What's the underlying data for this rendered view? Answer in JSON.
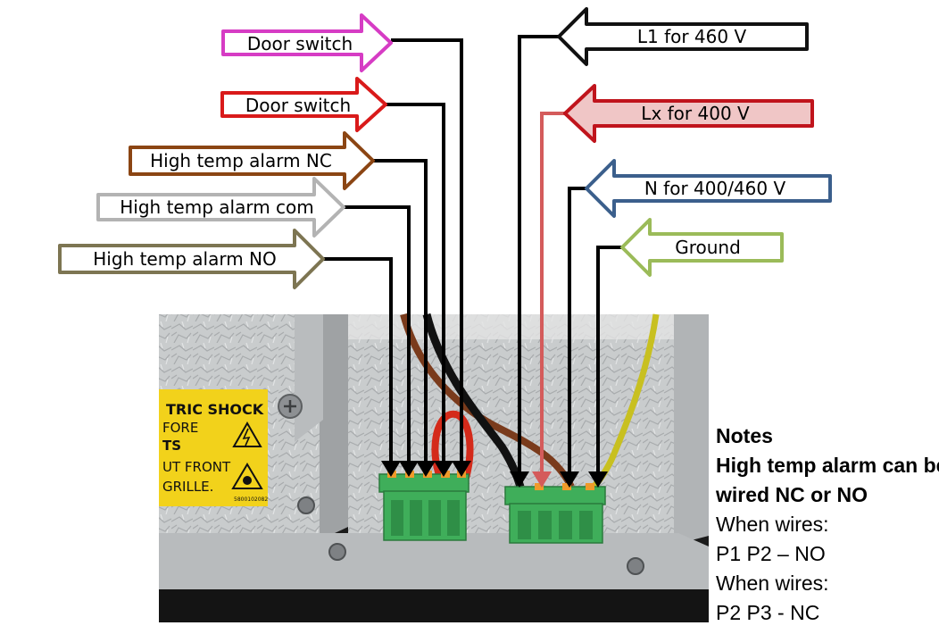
{
  "labels": {
    "left": [
      {
        "text": "Door switch",
        "color": "#d63cc4"
      },
      {
        "text": "Door switch",
        "color": "#d91a1a"
      },
      {
        "text": "High temp alarm NC",
        "color": "#8b4513"
      },
      {
        "text": "High temp alarm com",
        "color": "#b3b3b3"
      },
      {
        "text": "High temp alarm NO",
        "color": "#7d7552"
      }
    ],
    "right": [
      {
        "text": "L1 for 460 V",
        "color": "#111111"
      },
      {
        "text": "Lx for 400 V",
        "color": "#c0141c",
        "fill": "#f0c6c6"
      },
      {
        "text": "N for 400/460 V",
        "color": "#3b5f8c"
      },
      {
        "text": "Ground",
        "color": "#9bbb59"
      }
    ]
  },
  "photo": {
    "warning_sticker": [
      "TRIC SHOCK",
      "FORE",
      "TS",
      "UT FRONT",
      "GRILLE."
    ],
    "wire_colors": {
      "black": "#111111",
      "brown": "#7a3b1c",
      "red": "#d42a1a",
      "yellow_green": "#c8c020",
      "leader_red": "#d45b5b"
    },
    "terminal_color": "#3fae5a"
  },
  "notes": {
    "title": "Notes",
    "bold_line_1": "High temp alarm can be",
    "bold_line_2": "wired NC or NO",
    "line_1": "When wires:",
    "line_2": "P1 P2 – NO",
    "line_3": "When wires:",
    "line_4": "P2 P3 - NC"
  }
}
